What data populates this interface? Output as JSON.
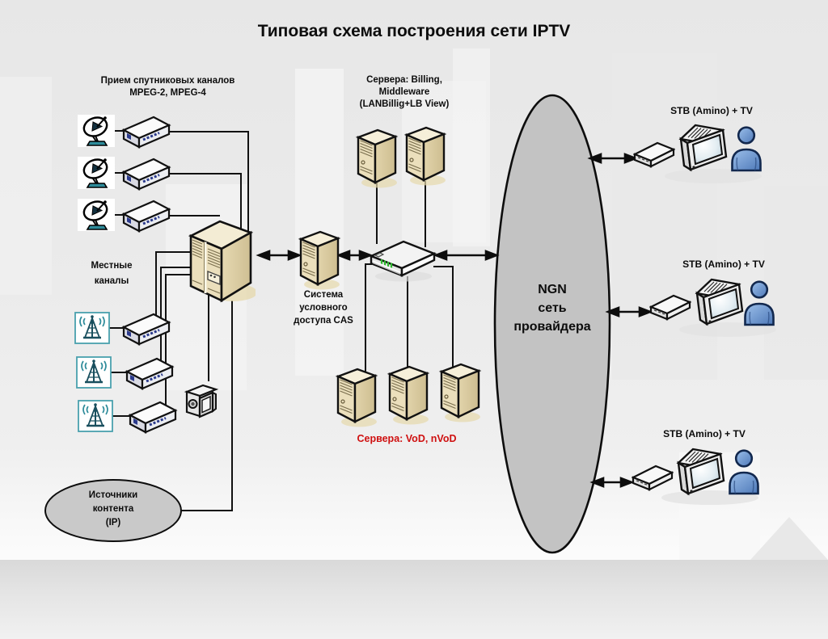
{
  "title": "Типовая схема построения сети IPTV",
  "labels": {
    "satellite": {
      "line1": "Прием спутниковых каналов",
      "line2": "MPEG-2, MPEG-4"
    },
    "local_channels": {
      "line1": "Местные",
      "line2": "каналы"
    },
    "billing_servers": {
      "line1": "Сервера: Billing,",
      "line2": "Middleware",
      "line3": "(LANBillig+LB View)"
    },
    "cas": {
      "line1": "Система",
      "line2": "условного",
      "line3": "доступа CAS"
    },
    "vod_servers": "Сервера: VoD, nVoD",
    "ngn": {
      "line1": "NGN",
      "line2": "сеть",
      "line3": "провайдера"
    },
    "content_sources": {
      "line1": "Источники",
      "line2": "контента",
      "line3": "(IP)"
    }
  },
  "stb_groups": [
    {
      "label": "STB (Amino) + TV"
    },
    {
      "label": "STB (Amino) + TV"
    },
    {
      "label": "STB (Amino) + TV"
    }
  ],
  "colors": {
    "vod_label_red": "#cf1010",
    "ngn_cloud_gray": "#c3c3c3",
    "sources_ellipse_gray": "#c9c9c9",
    "server_beige": "#ebdfbc",
    "person_blue": "#4d78b8",
    "led_green": "#2eb82e",
    "antenna_teal": "#2e8b9a",
    "line_black": "#111111"
  },
  "icons": {
    "satellite-dish-icon": "parabolic dish clipart",
    "receiver-icon": "3d set-top receiver box",
    "antenna-icon": "broadcast tower in teal frame",
    "camera-icon": "camcorder",
    "headend-server-icon": "large dual-tower server",
    "cas-server-icon": "tower server",
    "billing-server-icon": "tower server",
    "vod-server-icon": "tower server",
    "switch-icon": "ethernet switch with green leds",
    "ngn-cloud": "gray ellipse",
    "content-sources-shape": "gray ellipse",
    "stb-icon": "flat set-top box",
    "tv-icon": "crt television",
    "person-icon": "blue person figure"
  }
}
